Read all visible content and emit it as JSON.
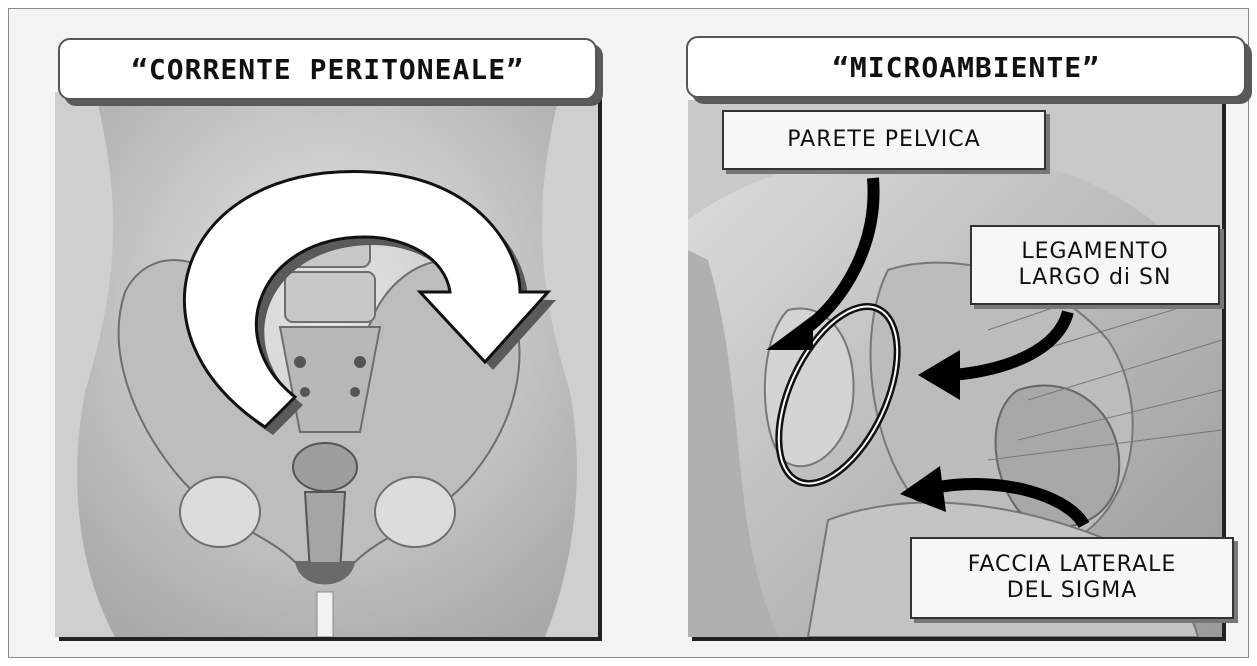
{
  "left_panel": {
    "title": "“CORRENTE PERITONEALE”",
    "image_subject": "pelvis-anatomy-illustration",
    "arrow_icon": "circular-arrow-icon"
  },
  "right_panel": {
    "title": "“MICROAMBIENTE”",
    "image_subject": "pelvic-cavity-anatomy-illustration",
    "labels": {
      "parete": "PARETE PELVICA",
      "legamento_line1": "LEGAMENTO",
      "legamento_line2": "LARGO di SN",
      "faccia_line1": "FACCIA LATERALE",
      "faccia_line2": "DEL SIGMA"
    },
    "highlight_icon": "ellipse-highlight-icon",
    "pointer_icon": "curved-arrow-icon"
  },
  "colors": {
    "title_border": "#555555",
    "arrow_fill": "#ffffff",
    "ink": "#111111"
  }
}
